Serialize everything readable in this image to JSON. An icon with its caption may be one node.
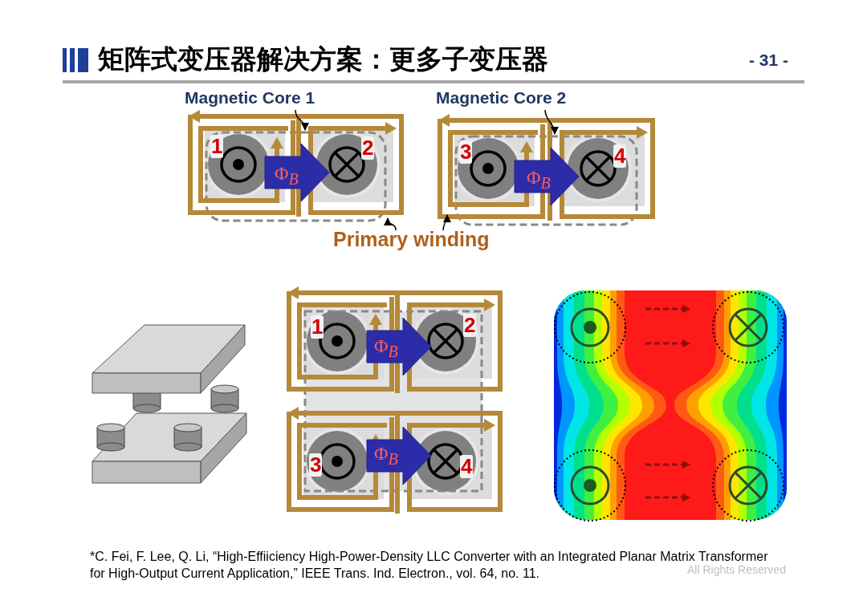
{
  "diagram": {
    "title": "矩阵式变压器解决方案：更多子变压器",
    "caption": "*C. Fei, F. Lee, Q. Li, “High-Effiiciency High-Power-Density LLC Converter with an Integrated Planar Matrix Transformer for High-Output Current Application,” IEEE Trans. Ind. Electron., vol. 64, no. 11.",
    "nodes": [
      {
        "text": [
          "Magnetic Core 1"
        ]
      },
      {
        "text": [
          "Magnetic Core 2"
        ]
      },
      {
        "text": [],
        "shape": "picture"
      },
      {
        "text": [],
        "shape": "picture"
      },
      {
        "text": [
          "Primary winding"
        ]
      }
    ],
    "edges": [
      {
        "from": 0,
        "to": 2,
        "arrow": "to"
      },
      {
        "from": 1,
        "to": 3,
        "arrow": "to"
      },
      {
        "from": 4,
        "to": 2,
        "arrow": "to"
      },
      {
        "from": 4,
        "to": 3,
        "arrow": "to"
      }
    ],
    "labels": [
      "- 31 -",
      "1",
      "Φ$_{B}$",
      "2",
      "3",
      "Φ$_{B}$",
      "4",
      "1",
      "Φ$_{B}$",
      "2",
      "Φ$_{B}$",
      "3",
      "4",
      "All Rights Reserved"
    ]
  }
}
